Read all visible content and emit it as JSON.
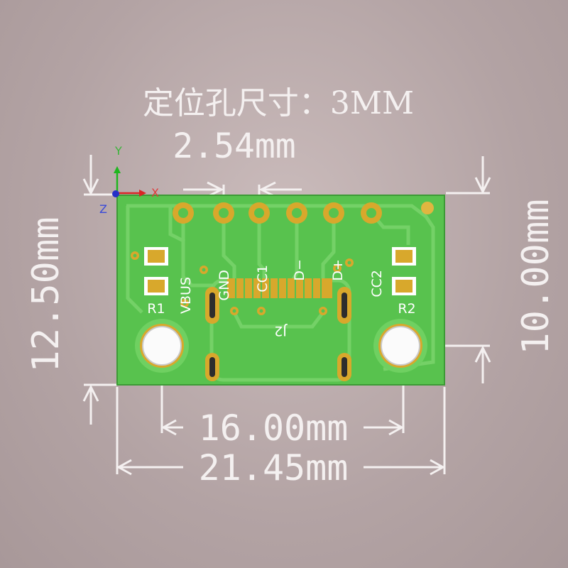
{
  "title": "定位孔尺寸：3MM",
  "dimensions": {
    "pitch": "2.54mm",
    "height_left": "12.50mm",
    "height_right": "10.00mm",
    "width_inner": "16.00mm",
    "width_outer": "21.45mm"
  },
  "axes": {
    "x": "X",
    "y": "Y",
    "z": "Z"
  },
  "pins": [
    "VBUS",
    "GND",
    "CC1",
    "D−",
    "D+",
    "CC2"
  ],
  "components": {
    "r1": "R1",
    "r2": "R2",
    "j2": "J2"
  },
  "colors": {
    "board": "#58c24e",
    "board_trace": "#78d46a",
    "copper": "#d8a82c",
    "background": "#b7a7a8",
    "dimension": "#f4f0f0"
  }
}
